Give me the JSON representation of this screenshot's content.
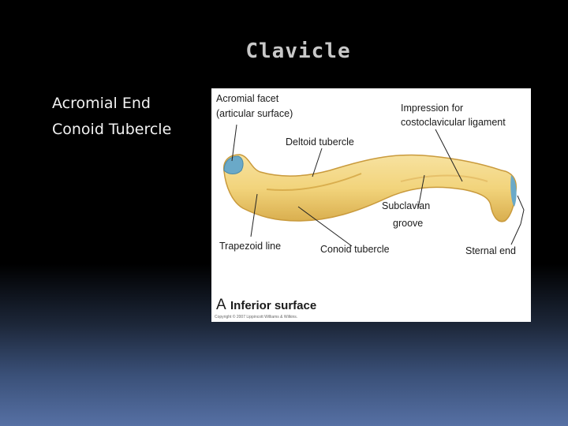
{
  "slide": {
    "title": "Clavicle",
    "bullets": [
      "Acromial End",
      "Conoid Tubercle"
    ]
  },
  "figure": {
    "labels": {
      "acromial_facet_1": "Acromial facet",
      "acromial_facet_2": "(articular surface)",
      "impression_1": "Impression for",
      "impression_2": "costoclavicular ligament",
      "deltoid": "Deltoid tubercle",
      "subclavian_1": "Subclavian",
      "subclavian_2": "groove",
      "trapezoid": "Trapezoid line",
      "conoid": "Conoid tubercle",
      "sternal": "Sternal end",
      "panel_letter": "A",
      "panel_caption": "Inferior surface",
      "copyright": "Copyright © 2007 Lippincott Williams & Wilkins."
    },
    "colors": {
      "bone": "#f2d47c",
      "bone_shade": "#d9ae4e",
      "facet": "#6aa9c8",
      "leader": "#222222"
    }
  }
}
